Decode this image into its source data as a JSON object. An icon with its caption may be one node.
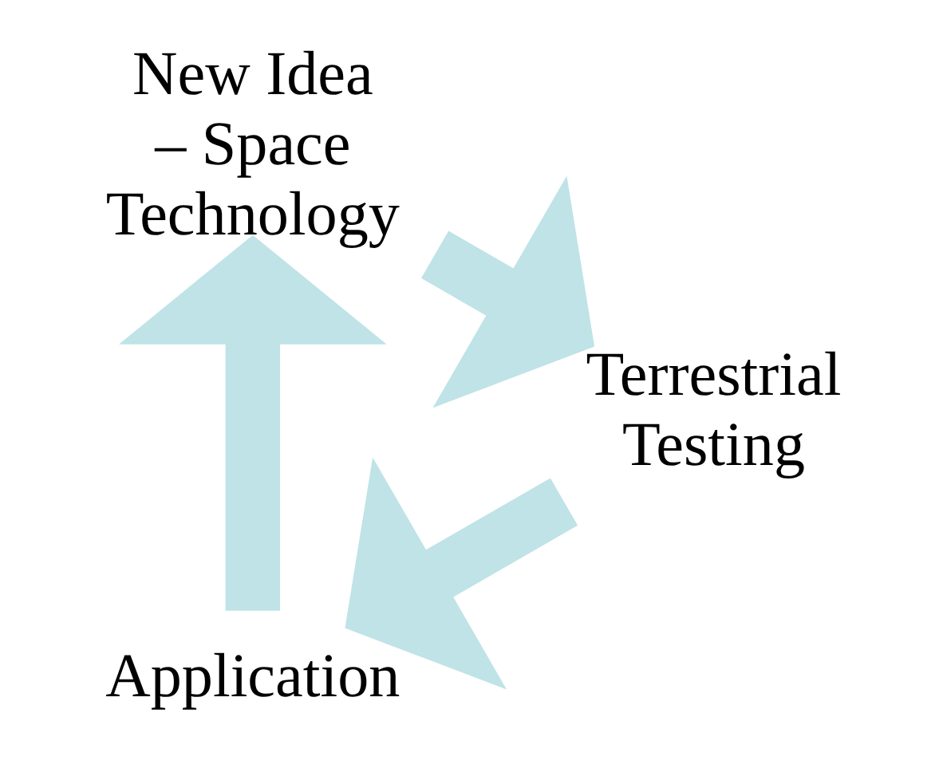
{
  "diagram": {
    "nodes": [
      {
        "text": [
          "Application"
        ]
      },
      {
        "text": [
          "New Idea – Space Technology"
        ]
      },
      {
        "text": [
          "Terrestrial Testing"
        ]
      }
    ],
    "edges": [
      {
        "from": 0,
        "to": 1,
        "arrow": "to"
      },
      {
        "from": 1,
        "to": 2,
        "arrow": "to"
      },
      {
        "from": 2,
        "to": 0,
        "arrow": "to"
      }
    ]
  }
}
